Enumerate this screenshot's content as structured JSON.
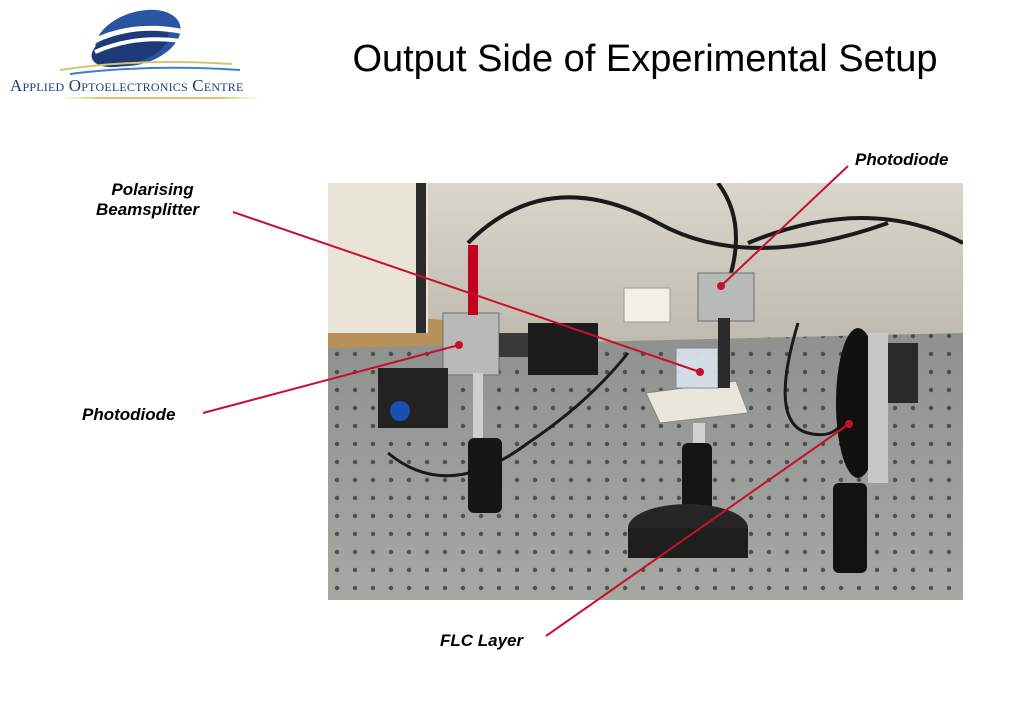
{
  "logo": {
    "text": "Applied Optoelectronics Centre",
    "colors": {
      "navy": "#1d3a78",
      "blue": "#3f7fc6",
      "gold": "#d6c46e"
    }
  },
  "title": "Output Side of Experimental Setup",
  "photo": {
    "icon": "experimental-setup-photo"
  },
  "labels": {
    "beamsplitter_line1": "Polarising",
    "beamsplitter_line2": "Beamsplitter",
    "photodiode_top": "Photodiode",
    "photodiode_left": "Photodiode",
    "flc_layer": "FLC Layer"
  },
  "colors": {
    "leader": "#c8102e",
    "leader_dot": "#c8102e"
  }
}
